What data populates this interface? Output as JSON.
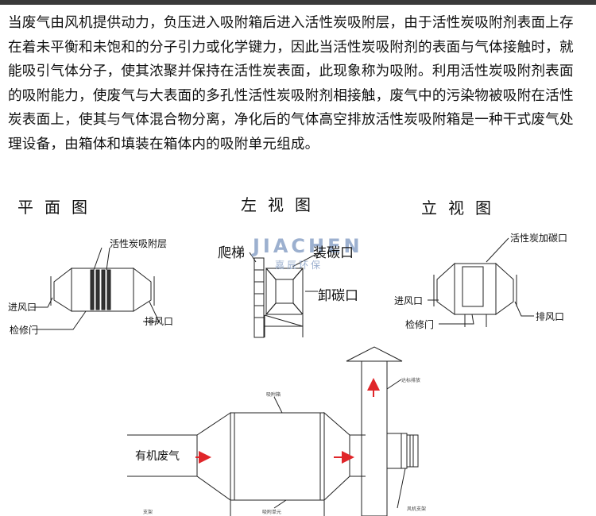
{
  "paragraph": {
    "lines": [
      "当废气由风机提供动力，负压进入吸附箱后进入活性炭吸附层，由于活性炭吸附剂表面上存",
      "在着未平衡和未饱和的分子引力或化学键力，因此当活性炭吸附剂的表面与气体接触时，就",
      "能吸引气体分子，使其浓聚并保持在活性炭表面，此现象称为吸附。利用活性炭吸附剂表面",
      "的吸附能力，使废气与大表面的多孔性活性炭吸附剂相接触，废气中的污染物被吸附在活性",
      "炭表面上，使其与气体混合物分离，净化后的气体高空排放活性炭吸附箱是一种干式废气处",
      "理设备，由箱体和填装在箱体内的吸附单元组成。"
    ]
  },
  "diagrams": {
    "plan_view": {
      "title": "平面图",
      "labels": {
        "carbon_layer": "活性炭吸附层",
        "inlet": "进风口",
        "maintenance_door": "检修门",
        "outlet": "排风口"
      }
    },
    "left_view": {
      "title": "左视图",
      "labels": {
        "ladder": "爬梯",
        "carbon_loading": "装碳口",
        "carbon_unloading": "卸碳口"
      }
    },
    "front_view": {
      "title": "立视图",
      "labels": {
        "carbon_add_port": "活性炭加碳口",
        "inlet": "进风口",
        "maintenance_door": "检修门",
        "outlet": "排风口"
      }
    },
    "process": {
      "gas_label": "有机废气",
      "small_labels": {
        "top_left": "吸附箱",
        "stack": "达标排放",
        "bottom_left": "支架",
        "adsorption_unit": "吸附单元",
        "fan": "风机支架"
      }
    }
  },
  "watermark": {
    "brand": "JIACHEN",
    "cn": "嘉辰环保"
  },
  "colors": {
    "topbar": "#3a3a3a",
    "arrow": "#e0262a",
    "watermark": "#9cb0cf"
  }
}
